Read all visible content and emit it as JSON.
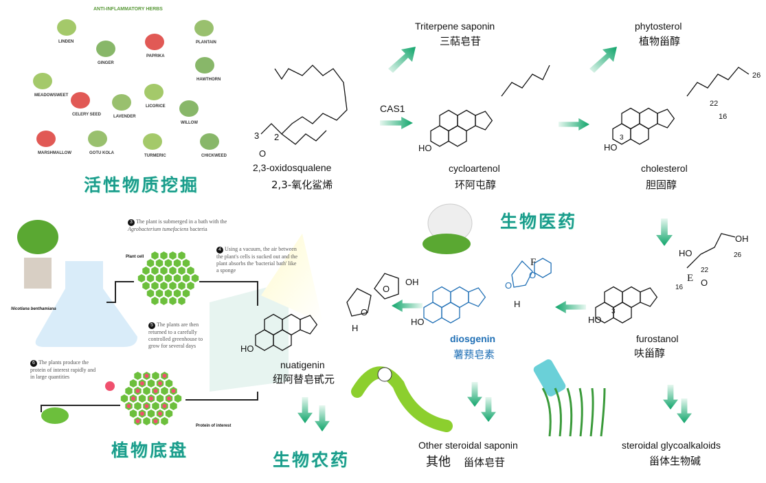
{
  "herbs_panel": {
    "title": "ANTI-INFLAMMATORY HERBS",
    "labels": [
      "LINDEN",
      "GINGER",
      "PAPRIKA",
      "PLANTAIN",
      "MEADOWSWEET",
      "HAWTHORN",
      "CELERY SEED",
      "LAVENDER",
      "LICORICE",
      "WILLOW",
      "MARSHMALLOW",
      "GOTU KOLA",
      "TURMERIC",
      "CHICKWEED"
    ]
  },
  "section_titles": {
    "mining": "活性物质挖掘",
    "pharma": "生物医药",
    "chassis": "植物底盘",
    "pesticide": "生物农药"
  },
  "enzyme": "CAS1",
  "compounds": {
    "oxidosqualene": {
      "en": "2,3-oxidosqualene",
      "zh": "2,3-氧化鲨烯",
      "atoms": [
        "3",
        "2",
        "O"
      ]
    },
    "cycloartenol": {
      "en": "cycloartenol",
      "zh": "环阿屯醇",
      "atoms": [
        "HO"
      ]
    },
    "cholesterol": {
      "en": "cholesterol",
      "zh": "胆固醇",
      "atoms": [
        "3",
        "HO",
        "22",
        "16",
        "26"
      ]
    },
    "furostanol": {
      "en": "furostanol",
      "zh": "呋甾醇",
      "atoms": [
        "HO",
        "OH",
        "26",
        "22",
        "16",
        "E",
        "O",
        "3",
        "HO"
      ]
    },
    "diosgenin": {
      "en": "diosgenin",
      "zh": "薯蓣皂素",
      "atoms": [
        "F",
        "O",
        "O",
        "H",
        "HO"
      ]
    },
    "nuatigenin": {
      "en": "nuatigenin",
      "zh": "纽阿替皂甙元",
      "atoms": [
        "OH",
        "O",
        "O",
        "H",
        "HO"
      ]
    }
  },
  "products": {
    "triterpene": {
      "en": "Triterpene saponin",
      "zh": "三萜皂苷"
    },
    "phytosterol": {
      "en": "phytosterol",
      "zh": "植物甾醇"
    },
    "other_saponin": {
      "en": "Other steroidal saponin",
      "zh1": "其他",
      "zh2": "甾体皂苷"
    },
    "glycoalkaloids": {
      "en": "steroidal glycoalkaloids",
      "zh": "甾体生物碱"
    }
  },
  "agro_panel": {
    "plant_name": "Nicotiana benthamiana",
    "plant_cell": "Plant cell",
    "protein": "Protein of interest",
    "steps": [
      {
        "n": "3",
        "text": "The plant is submerged in a bath with the",
        "italic": "Agrobacterium tumefaciens",
        "tail": "bacteria"
      },
      {
        "n": "4",
        "text": "Using a vacuum, the air between the plant's cells is sucked out and the plant absorbs the 'bacterial bath' like a sponge"
      },
      {
        "n": "5",
        "text": "The plants are then returned to a carefully controlled greenhouse to grow for several days"
      },
      {
        "n": "6",
        "text": "The plants produce the protein of interest rapidly and in large quantities"
      }
    ]
  },
  "colors": {
    "teal": "#1a9c8c",
    "blue": "#1f6fb5",
    "arrow": "#1cae6c"
  }
}
